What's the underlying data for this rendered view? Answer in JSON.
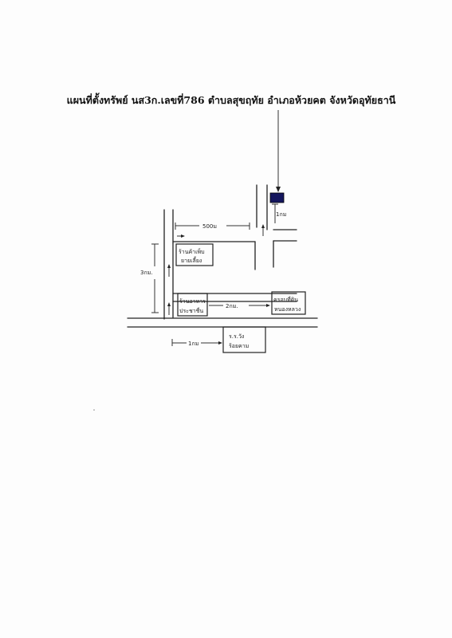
{
  "title": "แผนที่ตั้งทรัพย์ นส3ก.เลขที่786 ตำบลสุขฤทัย อำเภอห้วยคต จังหวัดอุทัยธานี",
  "map": {
    "labels": {
      "dist_500m": "500ม",
      "dist_1km_right": "1กม",
      "dist_3km": "3กม.",
      "dist_2km": "2กม.",
      "dist_1km_bottom": "1กม"
    },
    "landmarks": [
      {
        "line1": "ร้านค้าเพ็บ",
        "line2": "ยายเลี้ยง"
      },
      {
        "line1": "ร้านอาหาร",
        "line2": "ประชาชื่น"
      },
      {
        "line1": "ครอบที่ดิน",
        "line2": "หนองหลวง"
      },
      {
        "line1": "ร.ร.วัง",
        "line2": "ร้อยคาม"
      }
    ],
    "colors": {
      "property_marker": "#14165e",
      "ink": "#222222"
    }
  }
}
